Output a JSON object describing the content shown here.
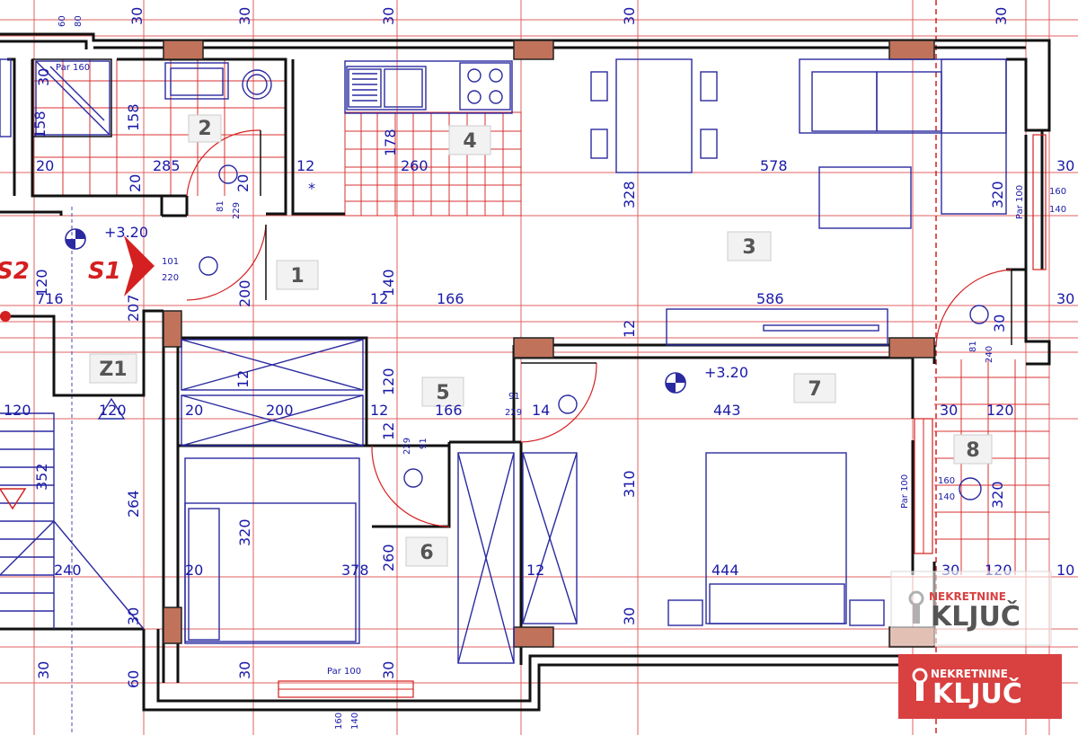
{
  "rooms": [
    {
      "id": "1",
      "label": "1"
    },
    {
      "id": "2",
      "label": "2"
    },
    {
      "id": "3",
      "label": "3"
    },
    {
      "id": "4",
      "label": "4"
    },
    {
      "id": "5",
      "label": "5"
    },
    {
      "id": "6",
      "label": "6"
    },
    {
      "id": "7",
      "label": "7"
    },
    {
      "id": "8",
      "label": "8"
    },
    {
      "id": "z1",
      "label": "Z1"
    }
  ],
  "markers": {
    "s1": "S1",
    "s2": "S2",
    "level_1": "+3.20",
    "level_2": "+3.20"
  },
  "dimensions": {
    "top": [
      "60",
      "80",
      "30",
      "30",
      "30",
      "30",
      "30"
    ],
    "row1": [
      "158",
      "158",
      "178",
      "285",
      "260",
      "328",
      "578",
      "320",
      "20",
      "20",
      "20",
      "12",
      "30",
      "20"
    ],
    "mid": [
      "716",
      "120",
      "207",
      "101",
      "220",
      "81",
      "229",
      "200",
      "140",
      "166",
      "586",
      "12",
      "12",
      "12",
      "30",
      "81",
      "240",
      "30"
    ],
    "row2": [
      "120",
      "120",
      "120",
      "200",
      "166",
      "443",
      "20",
      "12",
      "12",
      "91",
      "229",
      "14",
      "30",
      "120",
      "12",
      "91",
      "229"
    ],
    "row3": [
      "352",
      "264",
      "320",
      "378",
      "260",
      "310",
      "444",
      "320",
      "240",
      "20",
      "12",
      "30",
      "120",
      "10"
    ],
    "bottom": [
      "30",
      "30",
      "30",
      "30",
      "60",
      "30",
      "160",
      "140"
    ],
    "right": [
      "160",
      "140",
      "160",
      "140",
      "30",
      "30"
    ],
    "tags": [
      "Par 160",
      "Par 100",
      "Par 100",
      "Par 100"
    ]
  },
  "logo": {
    "brand_top": "NEKRETNINE",
    "brand_main": "KLJUČ",
    "brand_top_2": "NEKRETNINE",
    "brand_main_2": "KLJUČ"
  },
  "colors": {
    "wall": "#111111",
    "dimension": "#1a1aa8",
    "gridline": "#e06060",
    "accent_red": "#d42020"
  }
}
